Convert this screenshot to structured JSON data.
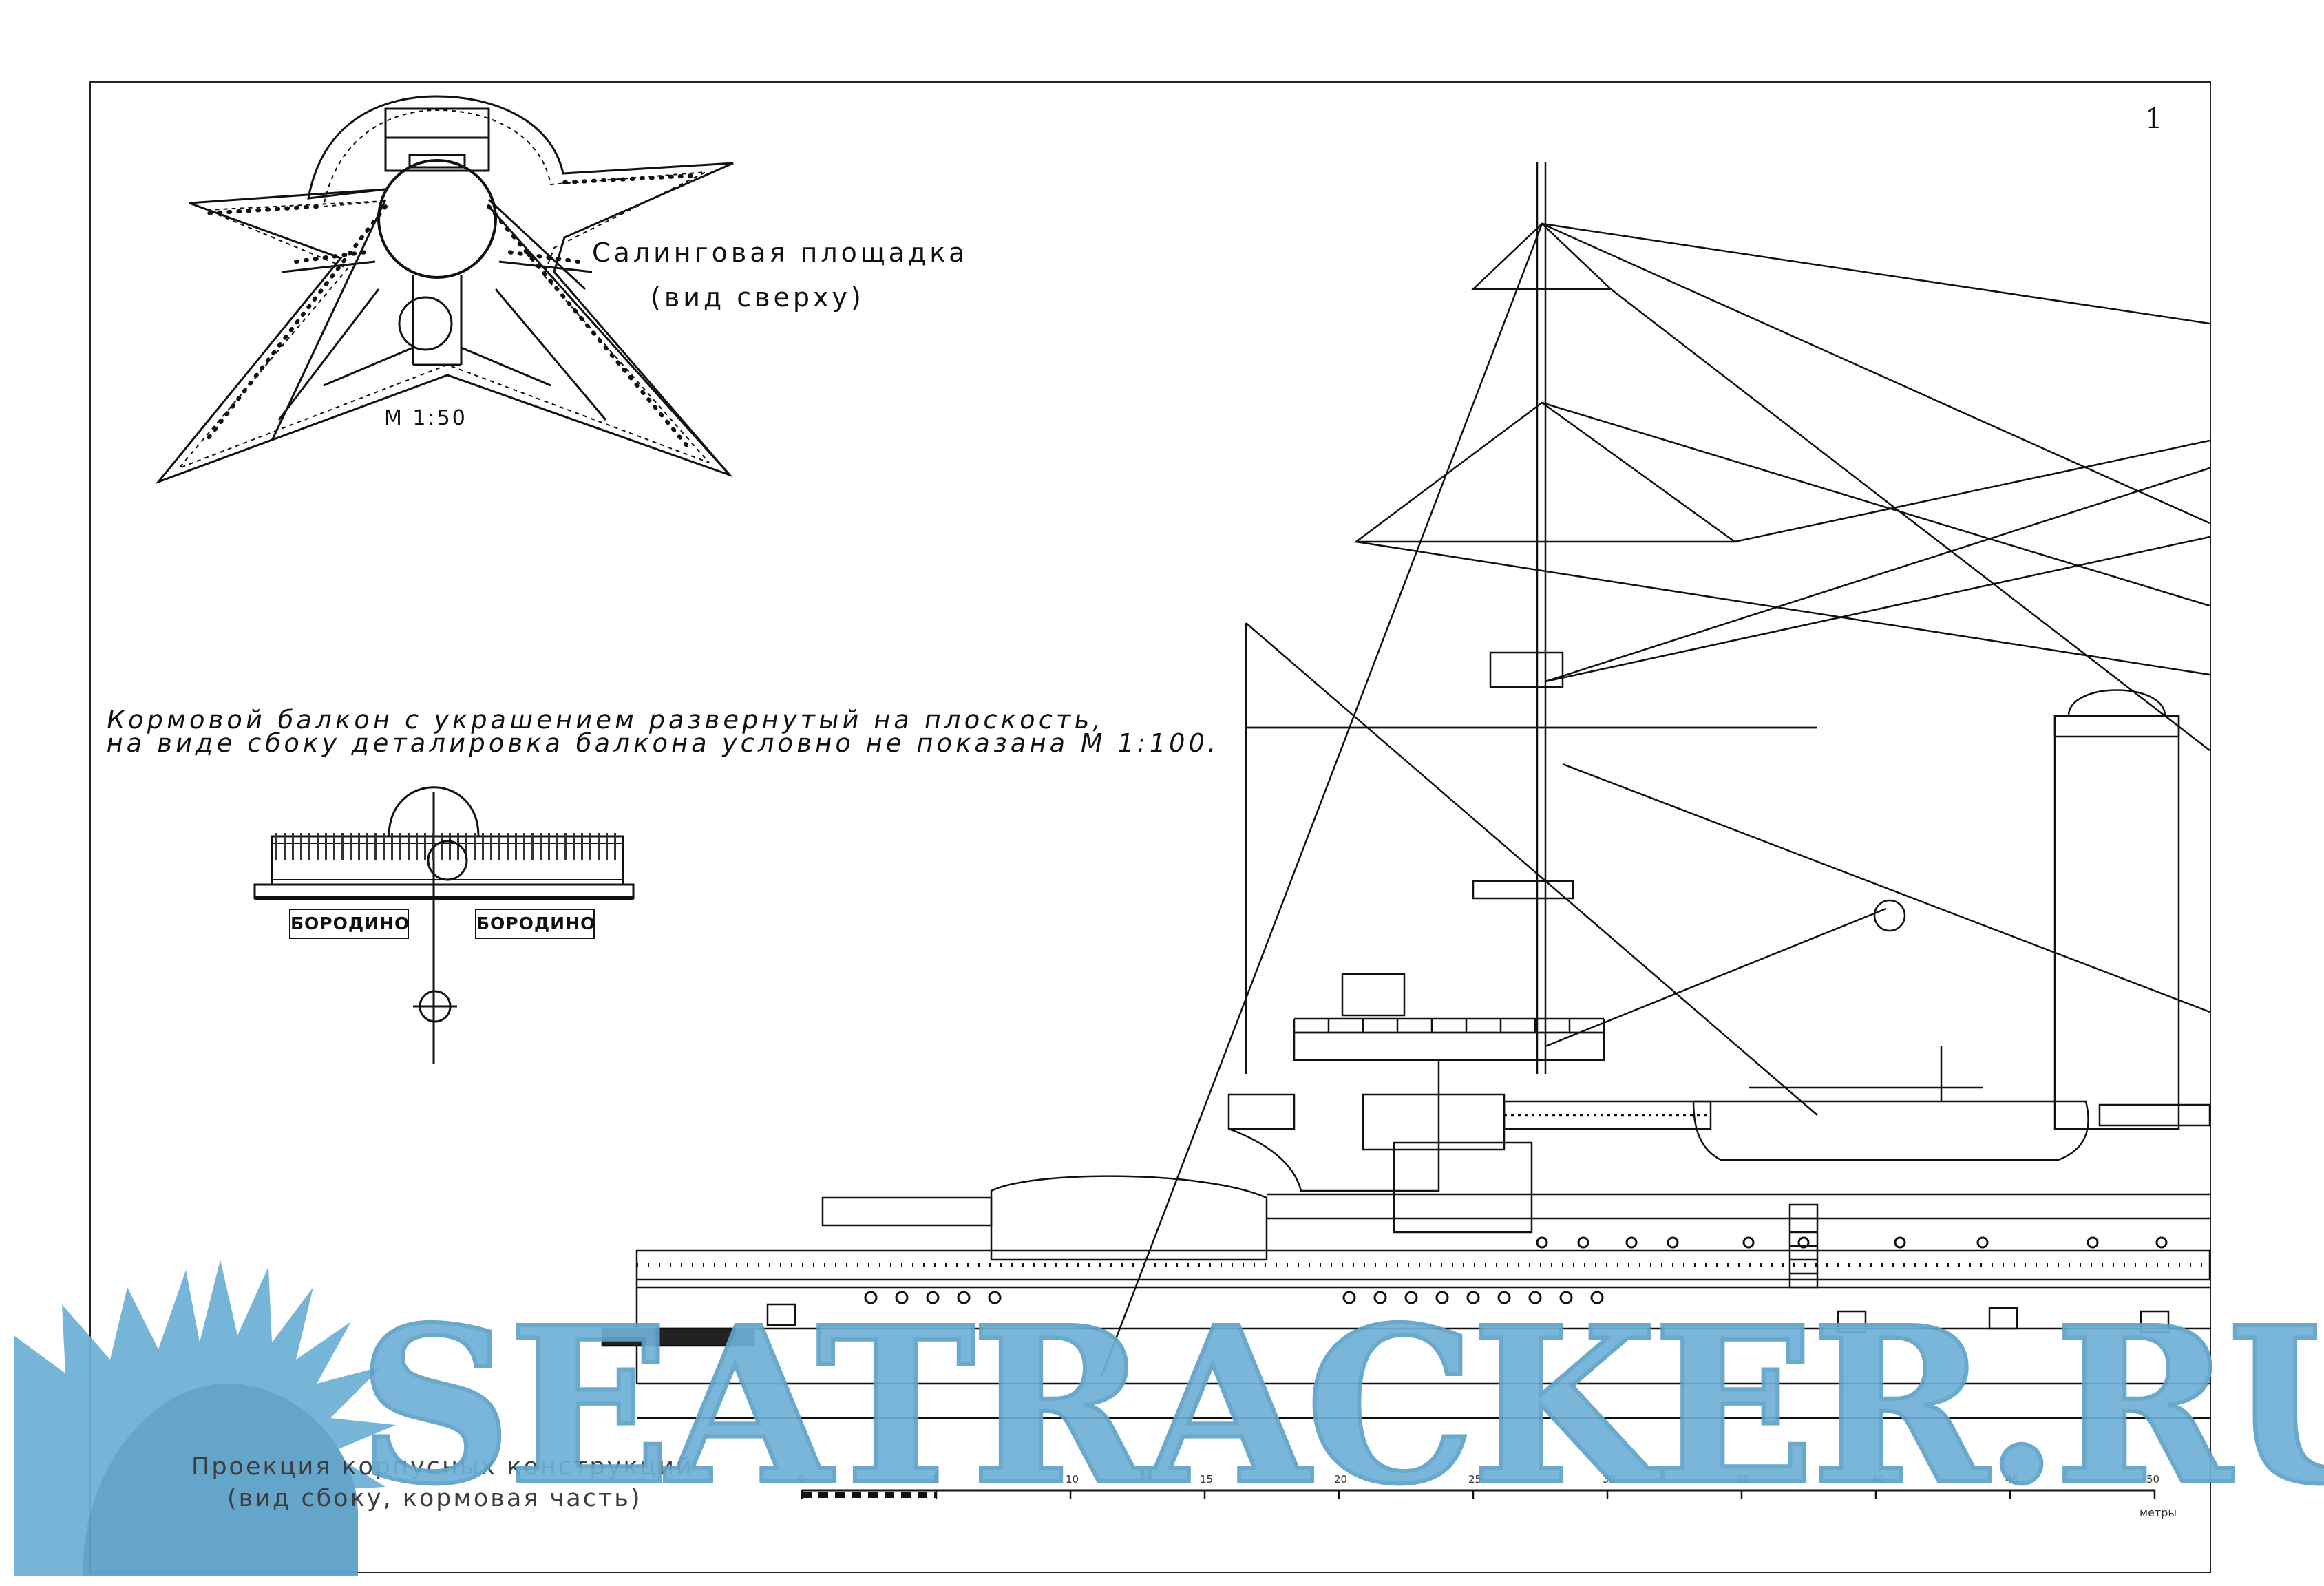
{
  "sheet": {
    "number": "1"
  },
  "crosstree_platform": {
    "title": "Салинговая площадка",
    "subtitle": "(вид сверху)",
    "scale": "М 1:50"
  },
  "stern_balcony": {
    "caption_line1": "Кормовой балкон с украшением развернутый на плоскость,",
    "caption_line2": "на виде сбоку деталировка балкона условно не показана М 1:100.",
    "name_plate_left": "БОРОДИНО",
    "name_plate_right": "БОРОДИНО"
  },
  "hull_projection": {
    "caption_line1": "Проекция корпусных конструкций",
    "caption_line2": "(вид сбоку, кормовая часть)",
    "scale_ticks": [
      "0",
      "5",
      "10",
      "15",
      "20",
      "25",
      "30",
      "35",
      "40",
      "45",
      "50"
    ],
    "scale_unit": "метры"
  },
  "watermark": {
    "text": "SEATRACKER.RU",
    "color": "#6fb0d6"
  }
}
